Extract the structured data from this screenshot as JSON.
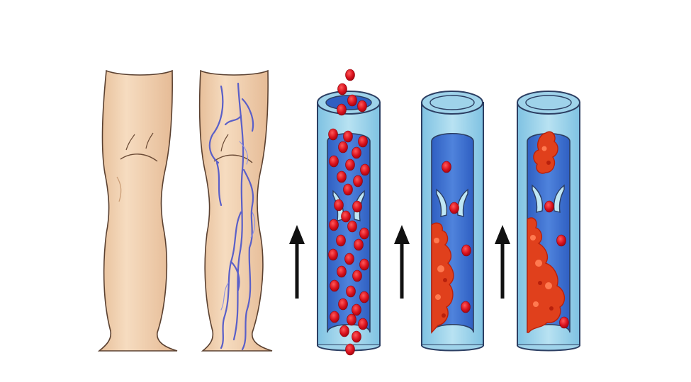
{
  "colors": {
    "background": "#ffffff",
    "skin": "#f1d3b4",
    "skin_shade": "#e0b48f",
    "outline": "#5a4030",
    "vein": "#5a5fc8",
    "vessel_wall": "#9fd3ea",
    "vessel_wall_dark": "#2c3e62",
    "lumen": "#3d6fd0",
    "lumen_light": "#6f9be6",
    "blood_cell": "#d8101c",
    "blood_cell_highlight": "#ff6a6a",
    "clot": "#e0401c",
    "clot_dark": "#b8200c",
    "arrow": "#111111"
  },
  "icons": {
    "healthy_leg": "leg-healthy-icon",
    "varicose_leg": "leg-varicose-icon",
    "flow_arrow": "arrow-up-icon",
    "vein_valve": "valve-icon",
    "blood_cell": "red-blood-cell-icon",
    "clot": "blood-clot-icon"
  },
  "panels": [
    {
      "id": "healthy-vein",
      "clot_level": 0,
      "cells_flowing": true
    },
    {
      "id": "partial-clot",
      "clot_level": 0.5,
      "cells_flowing": false
    },
    {
      "id": "large-clot",
      "clot_level": 1,
      "cells_flowing": false
    }
  ]
}
